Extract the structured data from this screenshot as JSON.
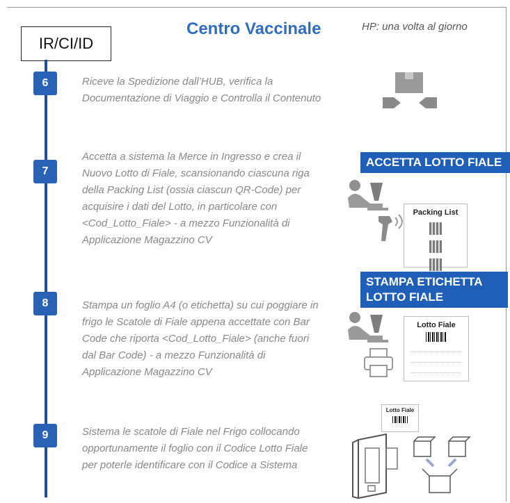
{
  "header": {
    "title": "Centro Vaccinale",
    "frequency": "HP: una volta al giorno",
    "role_tag": "IR/CI/ID"
  },
  "steps": [
    {
      "number": "6",
      "text": "Riceve la Spedizione dall’HUB, verifica la Documentazione di Viaggio e Controlla il Contenuto"
    },
    {
      "number": "7",
      "text": "Accetta a sistema la Merce in Ingresso e crea il Nuovo Lotto di Fiale, scansionando ciascuna riga della Packing List (ossia ciascun QR-Code)  per acquisire i dati del Lotto, in particolare con <Cod_Lotto_Fiale> - a mezzo Funzionalità di Applicazione Magazzino CV"
    },
    {
      "number": "8",
      "text": "Stampa un foglio A4 (o etichetta) su cui poggiare in frigo le Scatole di Fiale appena accettate con Bar Code che riporta <Cod_Lotto_Fiale> (anche fuori dal Bar Code) - a mezzo Funzionalità di Applicazione Magazzino CV"
    },
    {
      "number": "9",
      "text": "Sistema le scatole di Fiale nel Frigo collocando opportunamente il foglio con il Codice Lotto Fiale per poterle identificare con il Codice a Sistema"
    }
  ],
  "banners": {
    "accetta": "ACCETTA LOTTO FIALE",
    "stampa_line1": "STAMPA ETICHETTA",
    "stampa_line2": "LOTTO FIALE"
  },
  "cards": {
    "packing_list": "Packing List",
    "lotto_fiale": "Lotto Fiale",
    "lotto_fiale_small": "Lotto Fiale"
  }
}
